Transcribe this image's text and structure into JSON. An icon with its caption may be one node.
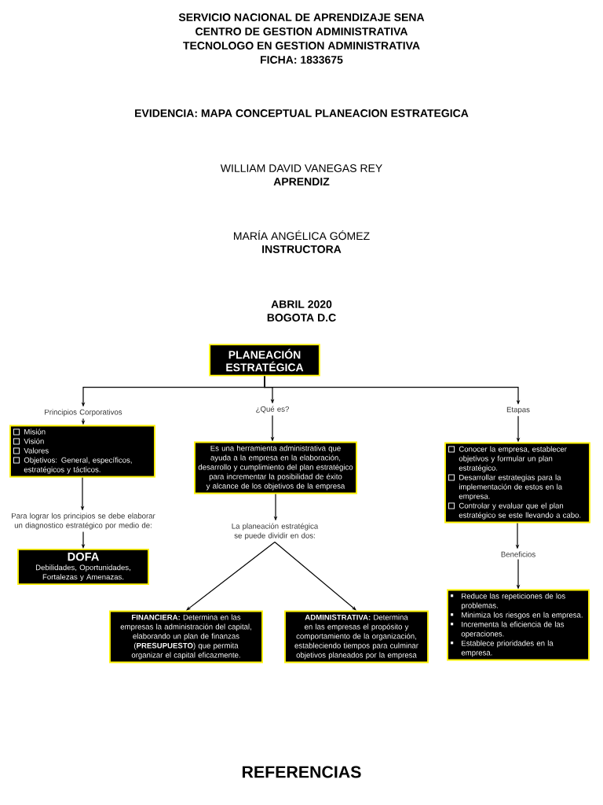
{
  "diagram": {
    "title": "EVIDENCIA: MAPA CONCEPTUAL PLANEACION ESTRATEGICA",
    "nodes": [
      {
        "text": [
          "PLANEACIÓN ESTRATÉGICA"
        ]
      },
      {
        "text": [
          "Principios Corporativos"
        ]
      },
      {
        "text": [
          "¿Qué es?"
        ]
      },
      {
        "text": [
          "Etapas"
        ]
      },
      {
        "text": [
          "Misión",
          "Visión",
          "Valores",
          "Objetivos: General, específicos, estratégicos y tácticos."
        ]
      },
      {
        "text": [
          "Es una herramienta administrativa que ayuda a la empresa en la elaboración, desarrollo y cumplimiento del plan estratégico para incrementar la posibilidad de éxito y alcance de los objetivos de la empresa"
        ]
      },
      {
        "text": [
          "Conocer la empresa, establecer objetivos y formular un plan estratégico.",
          "Desarrollar estrategias para la implementación de estos en la empresa.",
          "Controlar y evaluar que el plan estratégico se este llevando a cabo."
        ]
      },
      {
        "text": [
          "Para lograr los principios se debe elaborar un diagnostico estratégico por medio de:"
        ]
      },
      {
        "text": [
          "La planeación estratégica se puede dividir en dos:"
        ]
      },
      {
        "text": [
          "Beneficios"
        ]
      },
      {
        "text": [
          "DOFA",
          "Debilidades, Oportunidades, Fortalezas y Amenazas."
        ]
      },
      {
        "text": [
          "**FINANCIERA:** Determina en las empresas la administración del capital, elaborando un plan de finanzas (**PRESUPUESTO**) que permita organizar el capital eficazmente."
        ]
      },
      {
        "text": [
          "**ADMINISTRATIVA:** Determina en las empresas el propósito y comportamiento de la organización, estableciendo tiempos para culminar objetivos planeados por la empresa"
        ]
      },
      {
        "text": [
          "Reduce las repeticiones de los problemas.",
          "Minimiza los riesgos en la empresa.",
          "Incrementa la eficiencia de las operaciones.",
          "Establece prioridades en la empresa."
        ]
      }
    ],
    "edges": [
      {
        "from": 0,
        "to": 1,
        "arrow": "to"
      },
      {
        "from": 0,
        "to": 2,
        "arrow": "to"
      },
      {
        "from": 0,
        "to": 3,
        "arrow": "to"
      },
      {
        "from": 1,
        "to": 4,
        "arrow": "to"
      },
      {
        "from": 2,
        "to": 5,
        "arrow": "to"
      },
      {
        "from": 3,
        "to": 6,
        "arrow": "to"
      },
      {
        "from": 4,
        "to": 7,
        "arrow": "to"
      },
      {
        "from": 5,
        "to": 8,
        "arrow": "to"
      },
      {
        "from": 6,
        "to": 9,
        "arrow": "to"
      },
      {
        "from": 7,
        "to": 10,
        "arrow": "to"
      },
      {
        "from": 8,
        "to": 11,
        "arrow": "to"
      },
      {
        "from": 8,
        "to": 12,
        "arrow": "to"
      },
      {
        "from": 9,
        "to": 13,
        "arrow": "to"
      }
    ],
    "labels": [
      "SERVICIO NACIONAL DE APRENDIZAJE SENA",
      "CENTRO DE GESTION ADMINISTRATIVA",
      "TECNOLOGO EN GESTION ADMINISTRATIVA",
      "FICHA: 1833675",
      "WILLIAM DAVID VANEGAS REY",
      "APRENDIZ",
      "MARÍA ANGÉLICA GÓMEZ",
      "INSTRUCTORA",
      "ABRIL 2020",
      "BOGOTA D.C",
      "REFERENCIAS"
    ]
  }
}
